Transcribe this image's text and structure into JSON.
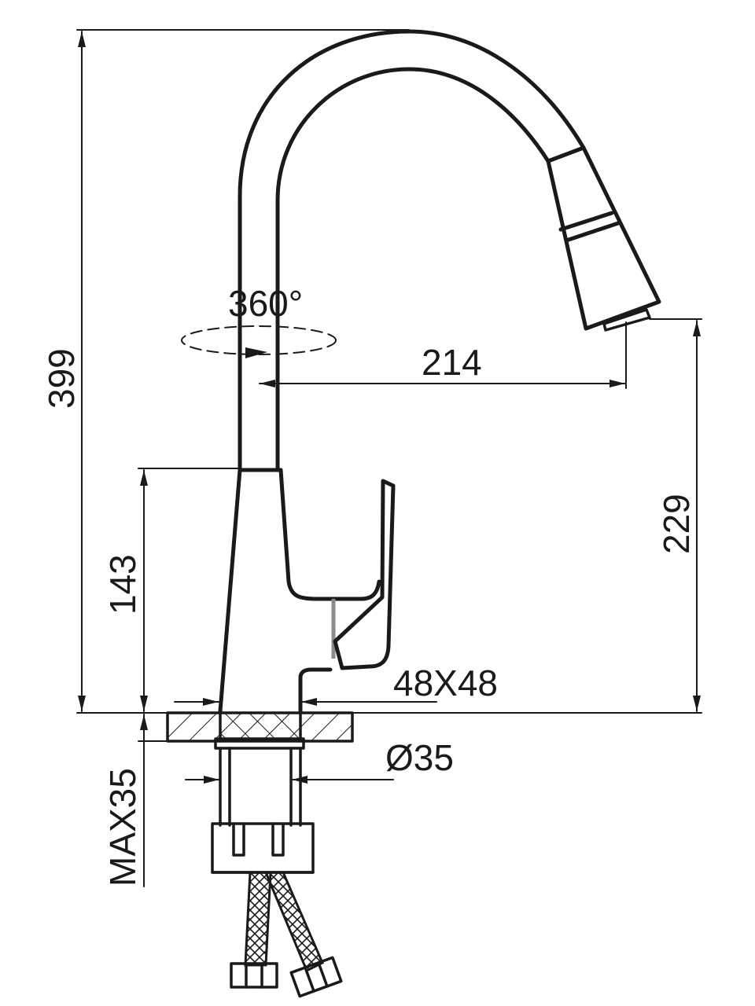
{
  "dimensions": {
    "total_height": "399",
    "rotation": "360°",
    "reach": "214",
    "spout_height": "229",
    "body_height": "143",
    "base_size": "48X48",
    "hole_diameter": "Ø35",
    "max_deck_thickness": "MAX35"
  }
}
